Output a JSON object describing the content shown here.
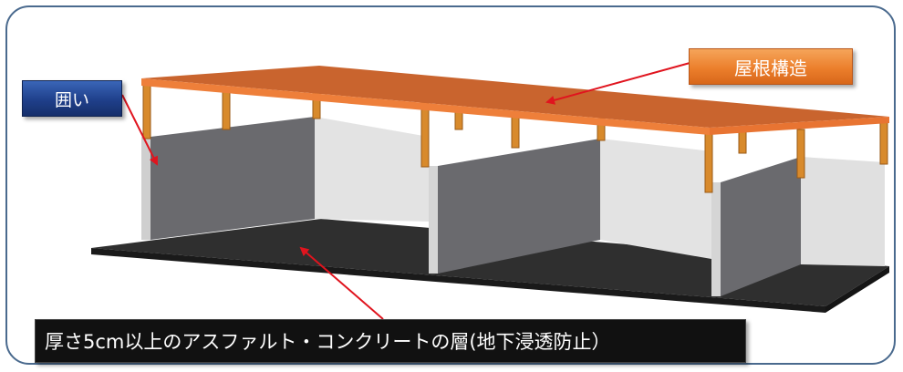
{
  "labels": {
    "enclosure": "囲い",
    "roof_structure": "屋根構造",
    "asphalt_layer": "厚さ5cm以上のアスファルト・コンクリートの層(地下浸透防止）"
  },
  "colors": {
    "frame_border": "#4a6a8e",
    "roof": "#c9642e",
    "roof_edge": "#ee7f3a",
    "posts": "#d88a2c",
    "wall_dark": "#6a6a6e",
    "wall_light": "#d8d8d8",
    "floor": "#2e2e2e",
    "arrow": "#e0141e"
  }
}
